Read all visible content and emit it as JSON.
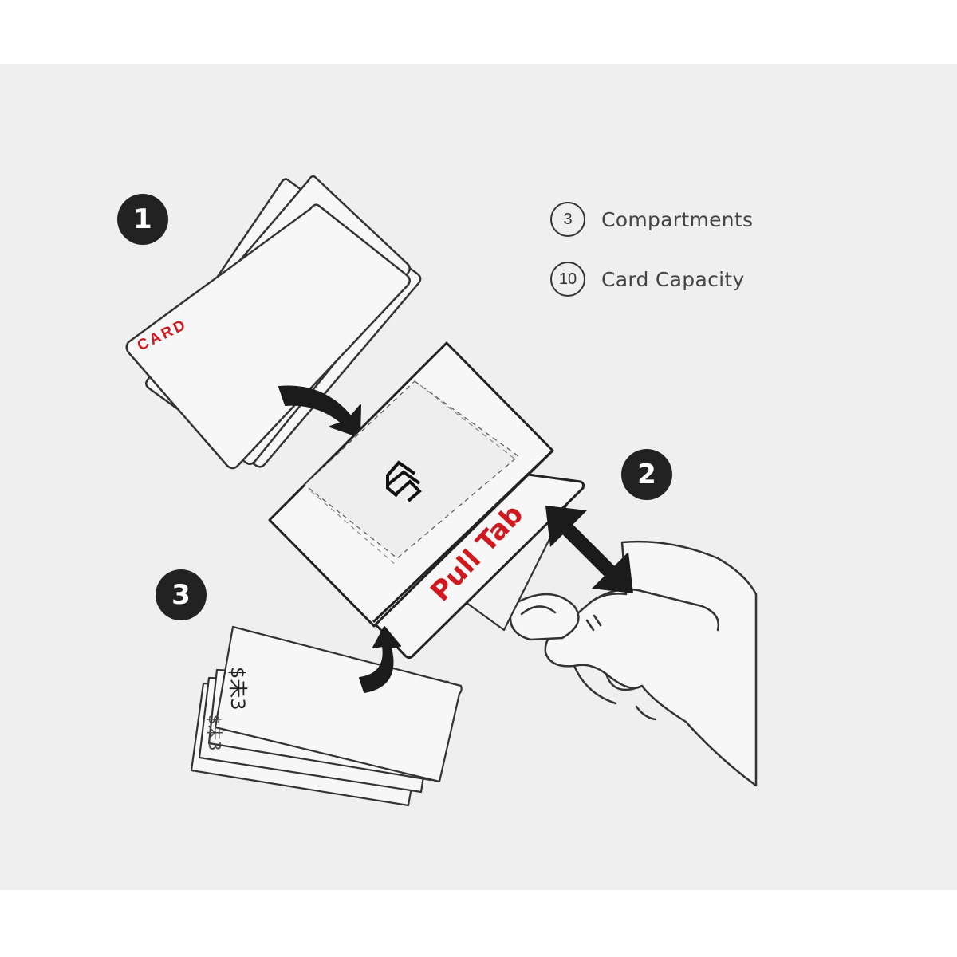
{
  "features": [
    {
      "count": "3",
      "label": "Compartments"
    },
    {
      "count": "10",
      "label": "Card Capacity"
    }
  ],
  "steps": [
    "1",
    "2",
    "3"
  ],
  "card_label": "CARD",
  "pull_tab_label": "Pull Tab",
  "bill_label": "$未3",
  "colors": {
    "accent_red": "#d0181e",
    "ink": "#222222",
    "panel_bg": "#efefef"
  },
  "icons": [
    "wallet-logo-icon",
    "curved-arrow-icon",
    "double-arrow-icon",
    "hand-icon"
  ]
}
